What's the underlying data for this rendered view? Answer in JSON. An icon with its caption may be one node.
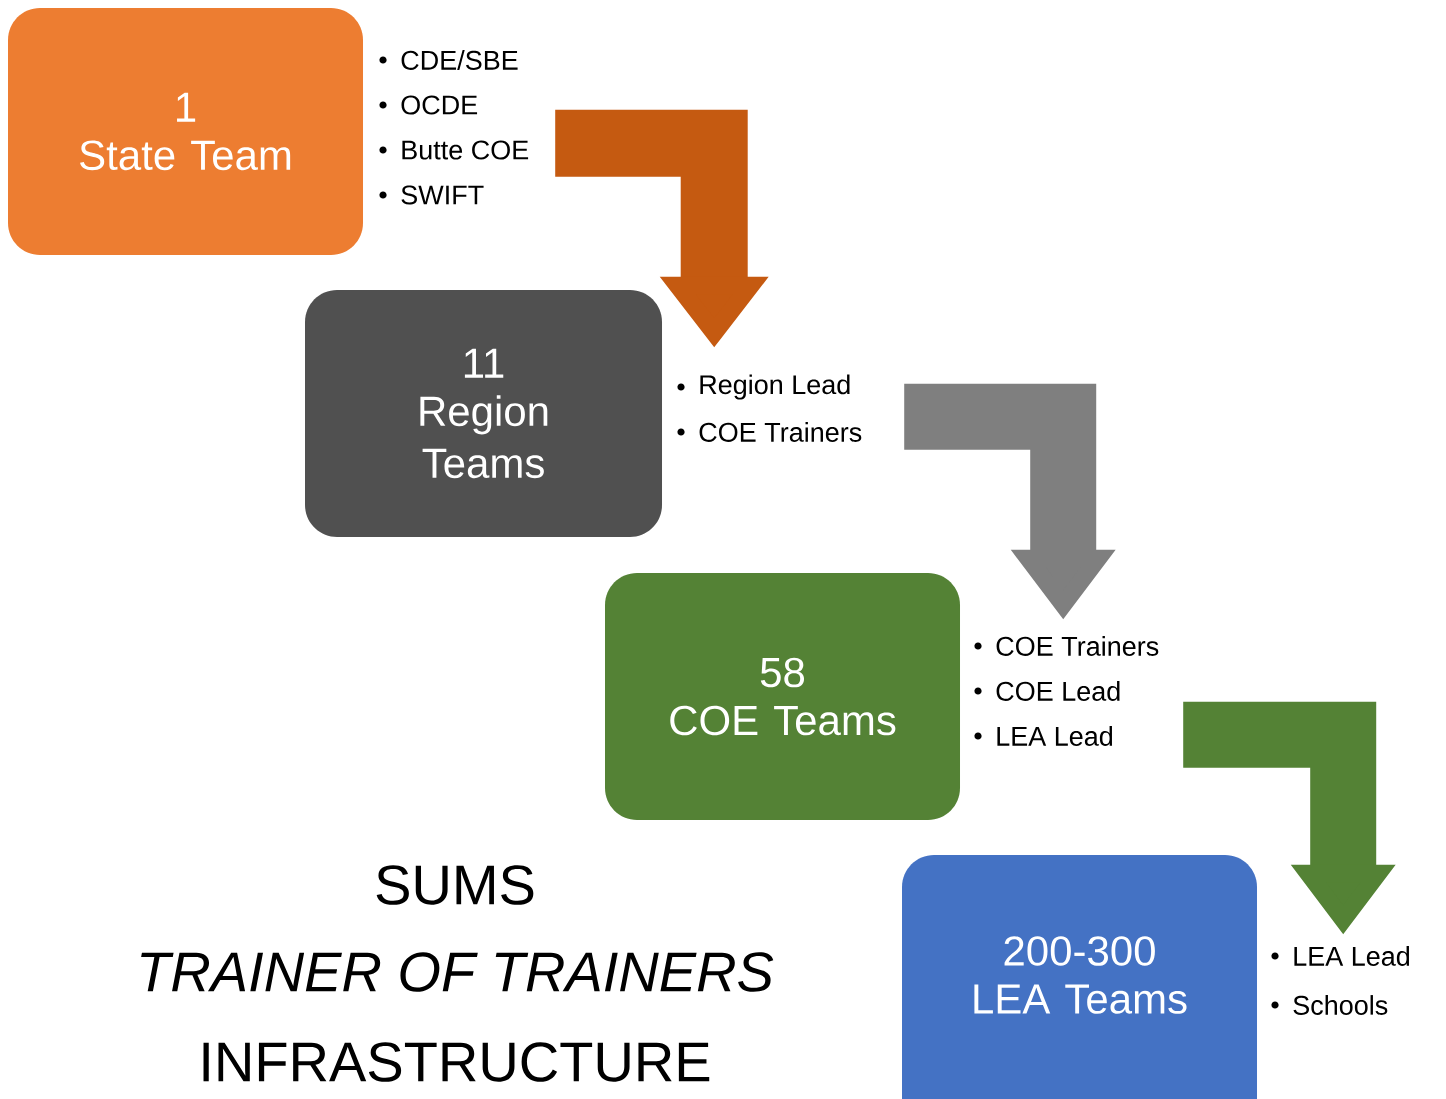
{
  "diagram": {
    "title": "SUMS",
    "nodes": [
      {
        "text": [
          "1",
          "State Team"
        ],
        "beside": [
          "CDE/SBE",
          "OCDE",
          "Butte COE",
          "SWIFT"
        ]
      },
      {
        "text": [
          "11",
          "Region Teams"
        ],
        "beside": [
          "Region Lead",
          "COE Trainers"
        ]
      },
      {
        "text": [
          "58",
          "COE Teams"
        ],
        "beside": [
          "COE Trainers",
          "COE Lead",
          "LEA Lead"
        ]
      },
      {
        "text": [
          "200-300",
          "LEA Teams"
        ],
        "beside": [
          "LEA Lead",
          "Schools"
        ]
      }
    ],
    "edges": [
      {
        "from": 0,
        "to": 1,
        "arrow": "to",
        "color": "#c55a11"
      },
      {
        "from": 1,
        "to": 2,
        "arrow": "to",
        "color": "#7f7f7f"
      },
      {
        "from": 2,
        "to": 3,
        "arrow": "to",
        "color": "#548235"
      }
    ],
    "labels": [
      "TRAINER OF TRAINERS",
      "INFRASTRUCTURE"
    ]
  }
}
